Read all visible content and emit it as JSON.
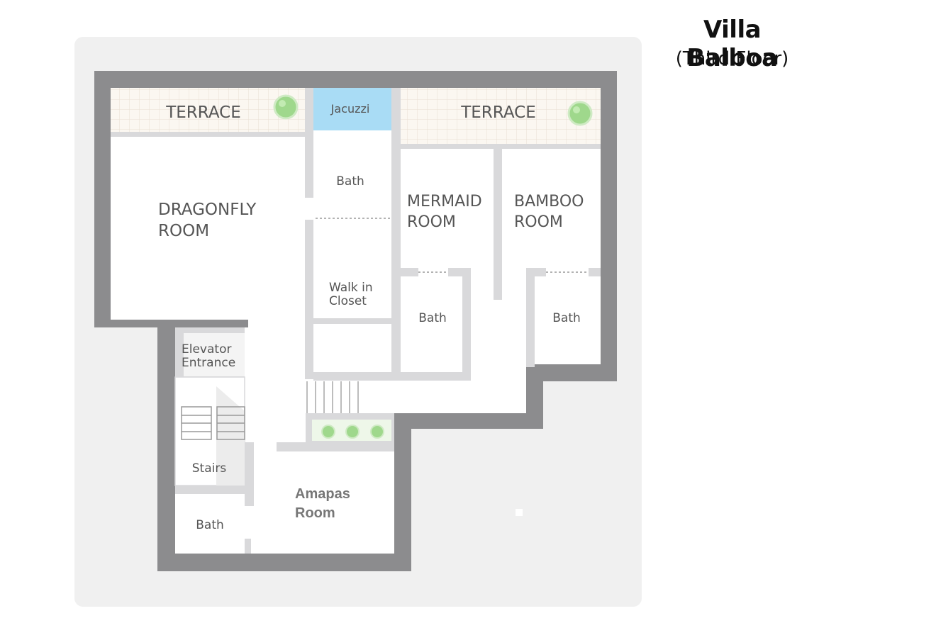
{
  "header": {
    "title": "Villa Balboa",
    "subtitle": "(Third Floor)"
  },
  "colors": {
    "background_panel": "#f0f0f0",
    "outer_wall": "#8c8c8e",
    "inner_wall": "#d9d9db",
    "floor": "#ffffff",
    "terrace_tile": "#fbf7f1",
    "terrace_grid": "#e8dfd4",
    "jacuzzi": "#a9dcf5",
    "plant": "#8fd07a",
    "label_text": "#555555",
    "highlight_label_text": "#777777"
  },
  "rooms": [
    {
      "id": "terrace-left",
      "lines": [
        "TERRACE"
      ]
    },
    {
      "id": "jacuzzi",
      "lines": [
        "Jacuzzi"
      ]
    },
    {
      "id": "terrace-right",
      "lines": [
        "TERRACE"
      ]
    },
    {
      "id": "bath-top",
      "lines": [
        "Bath"
      ]
    },
    {
      "id": "dragonfly-room",
      "lines": [
        "DRAGONFLY",
        "ROOM"
      ]
    },
    {
      "id": "mermaid-room",
      "lines": [
        "MERMAID",
        "ROOM"
      ]
    },
    {
      "id": "bamboo-room",
      "lines": [
        "BAMBOO",
        "ROOM"
      ]
    },
    {
      "id": "walk-in-closet",
      "lines": [
        "Walk in",
        "Closet"
      ]
    },
    {
      "id": "bath-mermaid",
      "lines": [
        "Bath"
      ]
    },
    {
      "id": "bath-bamboo",
      "lines": [
        "Bath"
      ]
    },
    {
      "id": "elevator-entrance",
      "lines": [
        "Elevator",
        "Entrance"
      ]
    },
    {
      "id": "stairs",
      "lines": [
        "Stairs"
      ]
    },
    {
      "id": "amapas-room",
      "lines": [
        "Amapas",
        "Room"
      ]
    },
    {
      "id": "bath-bottom",
      "lines": [
        "Bath"
      ]
    }
  ]
}
